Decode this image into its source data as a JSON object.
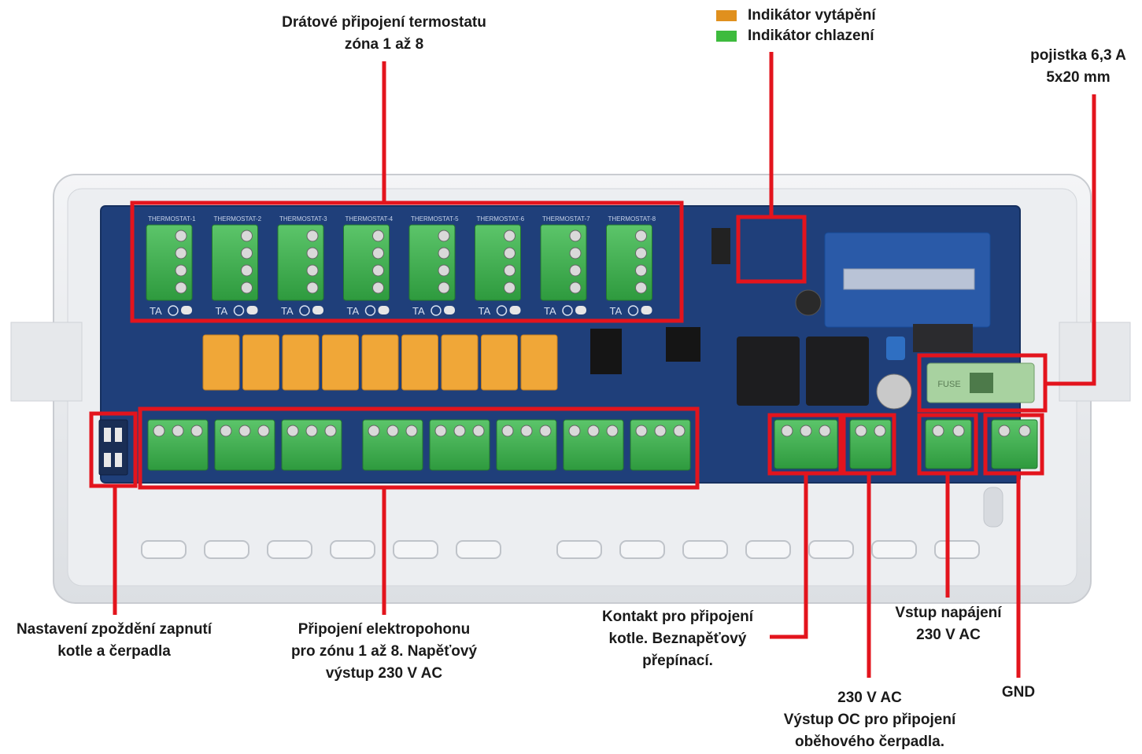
{
  "colors": {
    "highlight": "#e3141d",
    "heating": "#e0901e",
    "cooling": "#3dbb3d",
    "board": "#1f3f7a",
    "terminal": "#3fae4f",
    "relay": "#f0a738",
    "housing": "#e9ebee"
  },
  "legend": [
    {
      "label": "Indikátor vytápění",
      "color_key": "heating"
    },
    {
      "label": "Indikátor chlazení",
      "color_key": "cooling"
    }
  ],
  "labels": {
    "thermostat": [
      "Drátové připojení termostatu",
      "zóna 1 až 8"
    ],
    "fuse": [
      "pojistka 6,3 A",
      "5x20 mm"
    ],
    "delay": [
      "Nastavení zpoždění zapnutí",
      "kotle a čerpadla"
    ],
    "actuator": [
      "Připojení elektropohonu",
      "pro zónu 1 až 8. Napěťový",
      "výstup 230 V AC"
    ],
    "boiler": [
      "Kontakt pro připojení",
      "kotle. Beznapěťový",
      "přepínací."
    ],
    "power": [
      "Vstup napájení",
      "230 V AC"
    ],
    "pump": [
      "230 V AC",
      "Výstup OC pro připojení",
      "oběhového čerpadla."
    ],
    "gnd": [
      "GND"
    ]
  },
  "board": {
    "thermostat_terminals": [
      "THERMOSTAT-1",
      "THERMOSTAT-2",
      "THERMOSTAT-3",
      "THERMOSTAT-4",
      "THERMOSTAT-5",
      "THERMOSTAT-6",
      "THERMOSTAT-7",
      "THERMOSTAT-8"
    ],
    "ta_label": "TA",
    "relay_count": 9,
    "output_terminal_count": 8,
    "fuse_text": "FUSE"
  }
}
